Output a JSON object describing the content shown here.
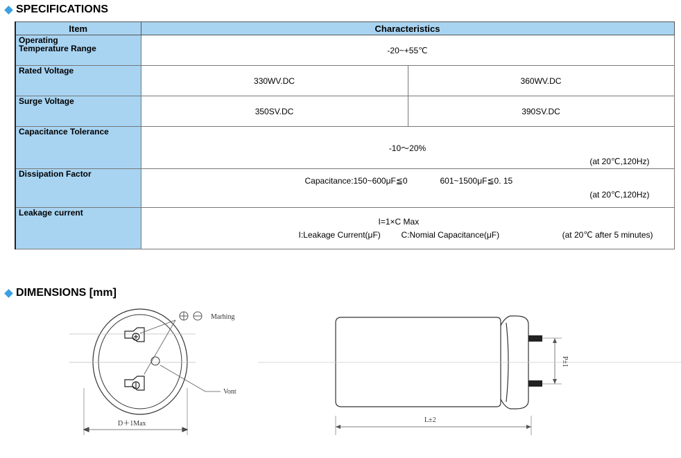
{
  "specifications": {
    "title": "SPECIFICATIONS",
    "headers": {
      "item": "Item",
      "characteristics": "Characteristics"
    },
    "rows": {
      "temp": {
        "item_line1": "Operating",
        "item_line2": "Temperature Range",
        "value": "-20~+55℃"
      },
      "rated": {
        "item": "Rated Voltage",
        "v1": "330WV.DC",
        "v2": "360WV.DC"
      },
      "surge": {
        "item": "Surge Voltage",
        "v1": "350SV.DC",
        "v2": "390SV.DC"
      },
      "tolerance": {
        "item": "Capacitance Tolerance",
        "value": "-10～20%",
        "note": "(at 20℃,120Hz)"
      },
      "dissipation": {
        "item": "Dissipation Factor",
        "part1": "Capacitance:150~600μF≦0",
        "part2": "601~1500μF≦0. 15",
        "note": "(at 20℃,120Hz)"
      },
      "leakage": {
        "item": "Leakage current",
        "line1": "I=1×C Max",
        "line2a": "I:Leakage Current(μF)",
        "line2b": "C:Nomial Capacitance(μF)",
        "note": "(at 20℃  after 5 minutes)"
      }
    }
  },
  "dimensions": {
    "title": "DIMENSIONS [mm]",
    "labels": {
      "marking": "Marhing",
      "vent": "Vont",
      "diameter": "D＋1Max",
      "length": "L±2",
      "pitch": "P±1",
      "polarity": "⊕ ⊖"
    }
  },
  "colors": {
    "header_bg": "#a8d4f2",
    "accent": "#3aa0e0"
  }
}
